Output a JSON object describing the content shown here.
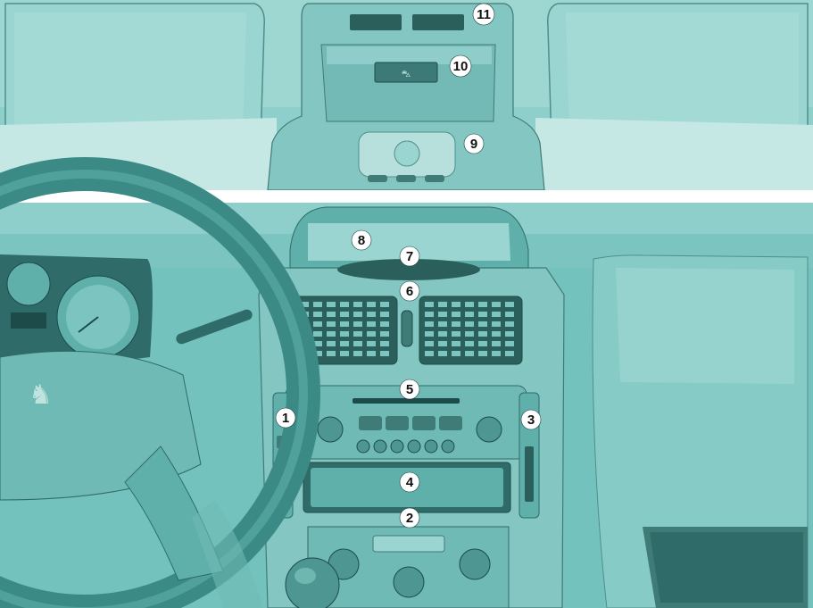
{
  "image": {
    "description_panels": [
      "overhead-console",
      "dashboard-centre-console"
    ],
    "colors": {
      "base": "#7fc7c3",
      "light": "#bfe3df",
      "mid": "#5fb0ab",
      "dark": "#1d4b49",
      "line": "#2f6b68",
      "background": "#ffffff"
    }
  },
  "callouts": {
    "c1": "1",
    "c2": "2",
    "c3": "3",
    "c4": "4",
    "c5": "5",
    "c6": "6",
    "c7": "7",
    "c8": "8",
    "c9": "9",
    "c10": "10",
    "c11": "11"
  }
}
